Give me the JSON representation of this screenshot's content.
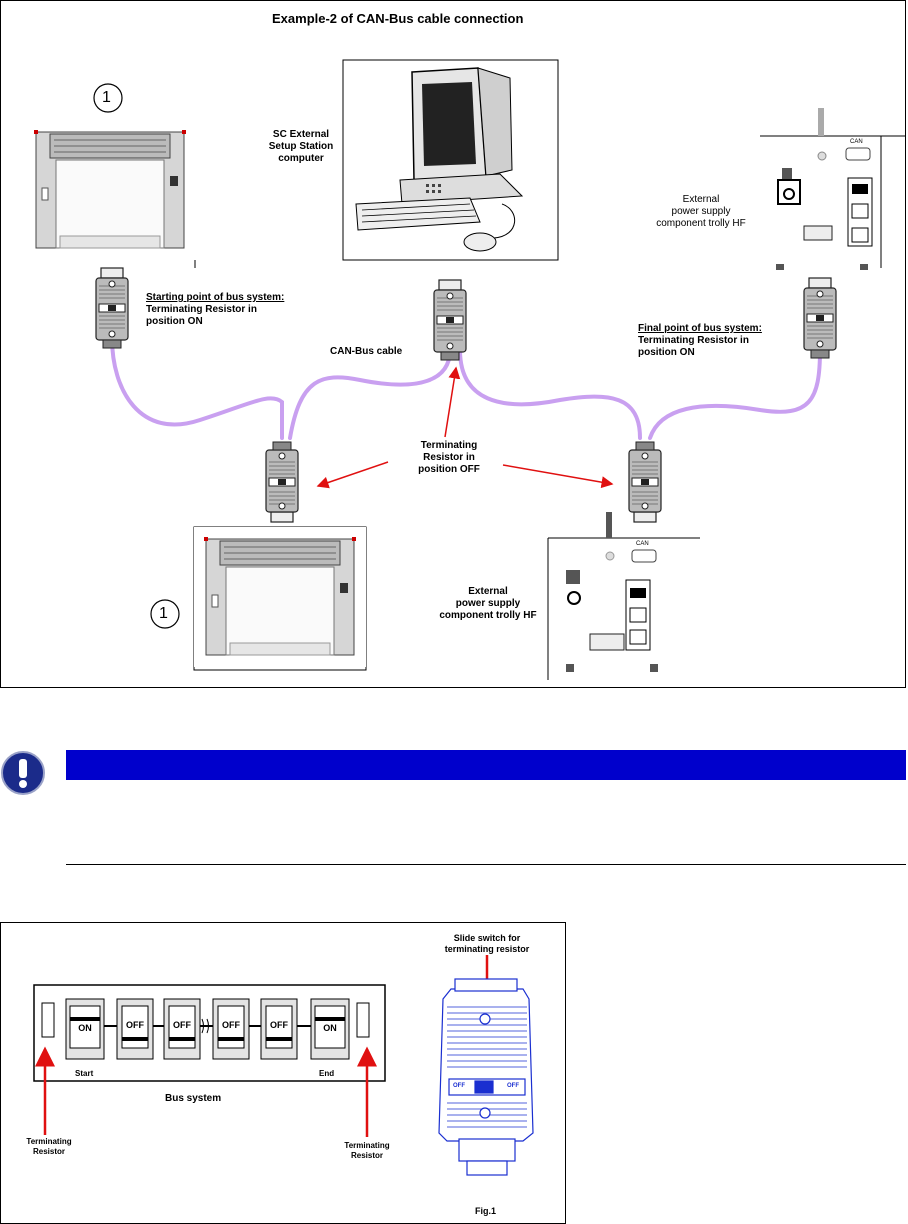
{
  "diagram1": {
    "title": "Example-2 of CAN-Bus cable connection",
    "callout_number": "1",
    "computer_label": [
      "SC External",
      "Setup Station",
      "computer"
    ],
    "psu_top_label": [
      "External",
      "power supply",
      "component trolly HF"
    ],
    "psu_bottom_label": [
      "External",
      "power supply",
      "component trolly HF"
    ],
    "start_label": {
      "heading": "Starting point of bus system:",
      "lines": [
        "Terminating Resistor in",
        "position ON"
      ]
    },
    "final_label": {
      "heading": "Final point of bus system:",
      "lines": [
        "Terminating Resistor in",
        "position ON"
      ]
    },
    "can_bus_cable": "CAN-Bus cable",
    "terminating_off": [
      "Terminating",
      "Resistor in",
      "position OFF"
    ],
    "psu_panel_text": {
      "can": "CAN"
    }
  },
  "notice": {
    "icon": "exclamation-info-icon",
    "bar_color": "#0000cc"
  },
  "diagram2": {
    "switch_label": [
      "Slide switch for",
      "terminating resistor"
    ],
    "switches": [
      "ON",
      "OFF",
      "OFF",
      "OFF",
      "OFF",
      "ON"
    ],
    "start": "Start",
    "end": "End",
    "bus_system": "Bus system",
    "terminating_left": [
      "Terminating",
      "Resistor"
    ],
    "terminating_right": [
      "Terminating",
      "Resistor"
    ],
    "connector_off_left": "OFF",
    "connector_off_right": "OFF",
    "fig": "Fig.1"
  },
  "colors": {
    "cable": "#c9a0f0",
    "arrow": "#e01010",
    "blue_connector": "#1a2fd0"
  }
}
